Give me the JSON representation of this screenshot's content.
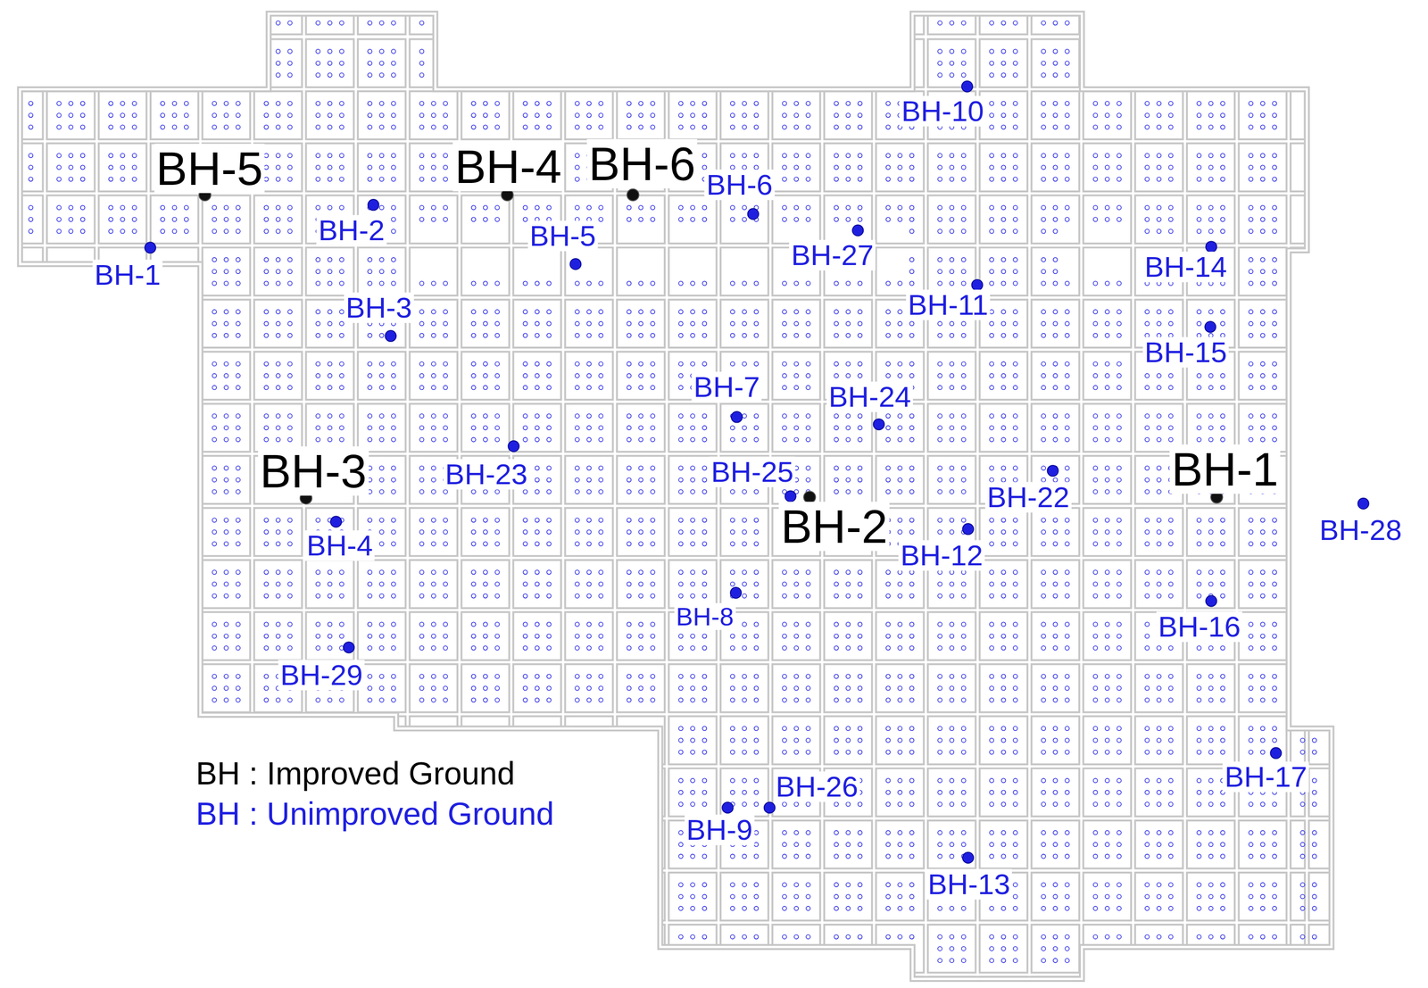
{
  "diagram": {
    "labels": [
      "BH-10",
      "BH-5",
      "BH-4",
      "BH-6",
      "BH-6",
      "BH-2",
      "BH-27",
      "BH-1",
      "BH-5",
      "BH-14",
      "BH-11",
      "BH-3",
      "BH-15",
      "BH-7",
      "BH-24",
      "BH-23",
      "BH-3",
      "BH-25",
      "BH-1",
      "BH-22",
      "BH-28",
      "BH-2",
      "BH-4",
      "BH-12",
      "BH-8",
      "BH-16",
      "BH-29",
      "BH-17",
      "BH-26",
      "BH-9",
      "BH-13"
    ],
    "legend": [
      {
        "text": "BH : Improved Ground",
        "color": "#000000"
      },
      {
        "text": "BH : Unimproved Ground",
        "color": "#1f1fe0"
      }
    ]
  }
}
